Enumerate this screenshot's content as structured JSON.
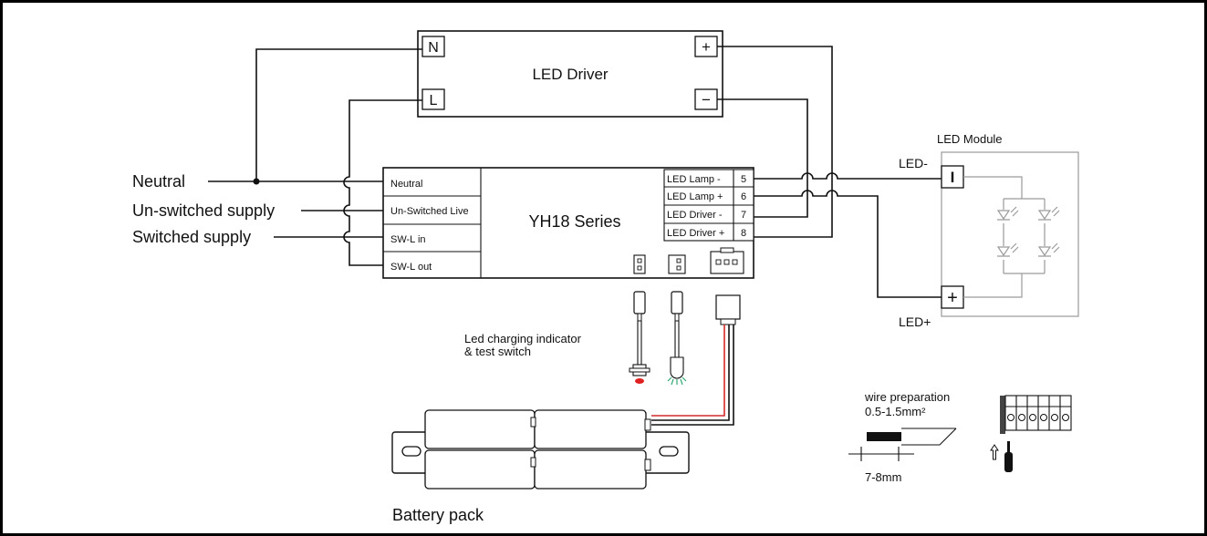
{
  "led_driver": {
    "title": "LED Driver",
    "terminal_n": "N",
    "terminal_l": "L",
    "terminal_plus": "+",
    "terminal_minus": "−"
  },
  "supply_labels": {
    "neutral": "Neutral",
    "unswitched": "Un-switched supply",
    "switched": "Switched supply"
  },
  "controller": {
    "title": "YH18 Series",
    "left_terminals": [
      "Neutral",
      "Un-Switched Live",
      "SW-L  in",
      "SW-L  out"
    ],
    "right_terminals": [
      {
        "label": "LED Lamp -",
        "num": "5"
      },
      {
        "label": "LED Lamp +",
        "num": "6"
      },
      {
        "label": "LED Driver -",
        "num": "7"
      },
      {
        "label": "LED Driver +",
        "num": "8"
      }
    ]
  },
  "led_module": {
    "title": "LED  Module",
    "minus_label": "LED-",
    "plus_label": "LED+",
    "minus_symbol": "I",
    "plus_symbol": "+"
  },
  "indicator": {
    "line1": "Led  charging  indicator",
    "line2": "& test switch"
  },
  "battery": {
    "label": "Battery pack"
  },
  "wire_prep": {
    "line1": "wire preparation",
    "line2": "0.5-1.5mm²",
    "strip": "7-8mm"
  },
  "colors": {
    "red_wire": "#d42a2a",
    "led_green": "#2fa873",
    "indicator_red": "#e02020"
  }
}
